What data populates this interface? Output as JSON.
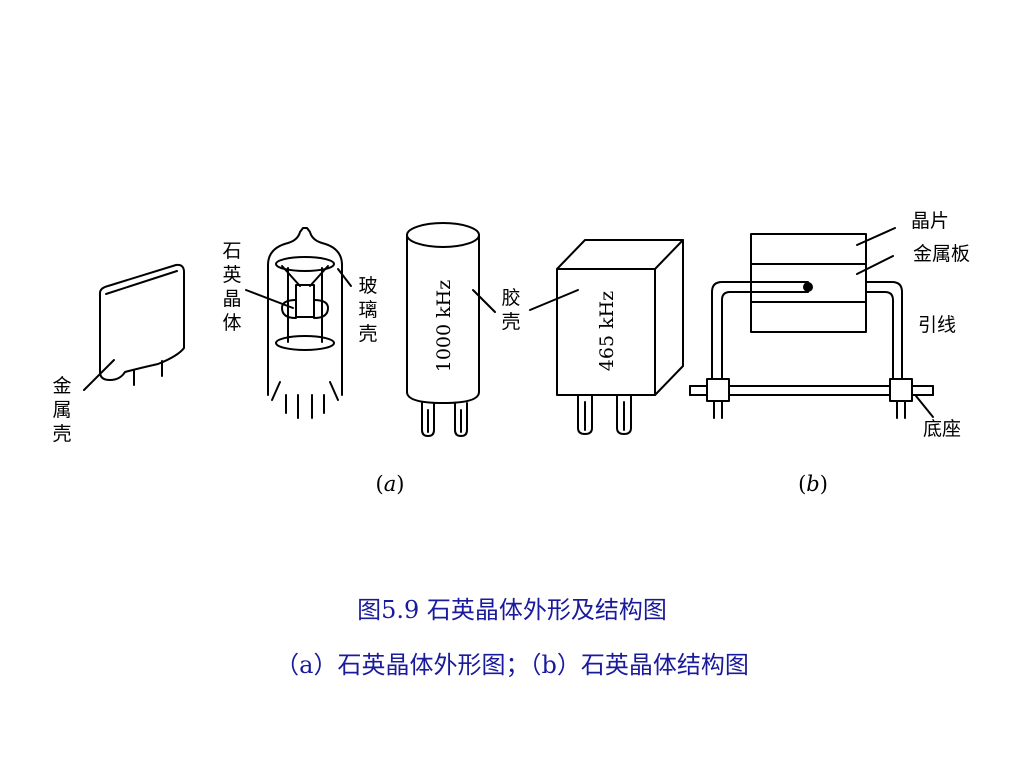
{
  "labels": {
    "metal_shell": "金属壳",
    "quartz_crystal": "石英晶体",
    "glass_shell": "玻璃壳",
    "freq_1000": "1000 kHz",
    "plastic_shell": "胶壳",
    "freq_465": "465 kHz",
    "wafer": "晶片",
    "metal_plate": "金属板",
    "lead_wire": "引线",
    "base": "底座",
    "sub_a_letter": "a",
    "sub_b_letter": "b"
  },
  "caption": {
    "title": "图5.9 石英晶体外形及结构图",
    "subtitle": "（a）石英晶体外形图；（b）石英晶体结构图"
  }
}
